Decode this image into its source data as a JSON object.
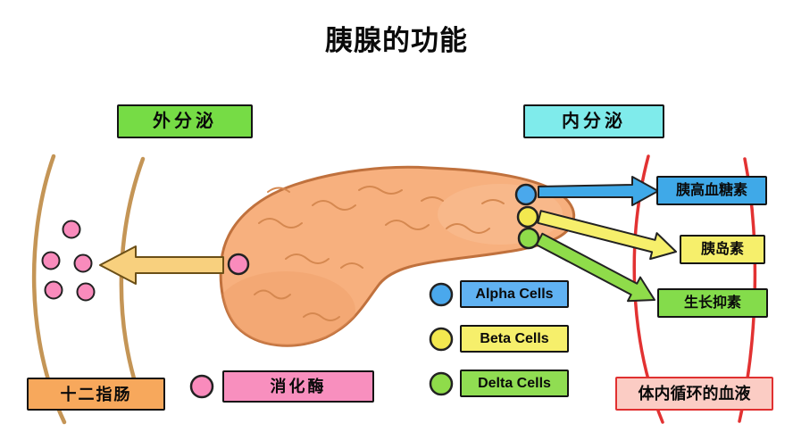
{
  "title": "胰腺的功能",
  "labels": {
    "exocrine": "外分泌",
    "endocrine": "内分泌",
    "duodenum": "十二指肠",
    "digestive_enzyme": "消化酶",
    "glucagon": "胰高血糖素",
    "insulin": "胰岛素",
    "somatostatin": "生长抑素",
    "circulating_blood": "体内循环的血液"
  },
  "legend": [
    {
      "label": "Alpha Cells",
      "color": "#4aa8ec"
    },
    {
      "label": "Beta Cells",
      "color": "#f3e84f"
    },
    {
      "label": "Delta Cells",
      "color": "#8fdc4a"
    }
  ],
  "colors": {
    "exocrine_box": "#76dc45",
    "endocrine_box": "#7febeb",
    "duodenum_box": "#f7a85c",
    "enzyme_pink": "#f88fbe",
    "glucagon_blue": "#3fa9e8",
    "insulin_yellow": "#f6ef6b",
    "somatostatin_green": "#84dc4b",
    "blood_box": "#fbccc4",
    "blood_vessel_red": "#e23232",
    "duodenum_wall_tan": "#c49556",
    "pancreas_fill": "#f7b07e",
    "pancreas_outline": "#c0713d",
    "exocrine_arrow": "#f8d07e"
  }
}
